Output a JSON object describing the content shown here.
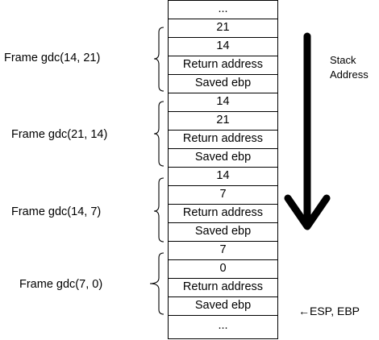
{
  "stack_cells": [
    "...",
    "21",
    "14",
    "Return address",
    "Saved ebp",
    "14",
    "21",
    "Return address",
    "Saved ebp",
    "14",
    "7",
    "Return address",
    "Saved ebp",
    "7",
    "0",
    "Return address",
    "Saved ebp",
    "..."
  ],
  "frames": [
    {
      "label": "Frame gdc(14, 21)"
    },
    {
      "label": "Frame gdc(21, 14)"
    },
    {
      "label": "Frame gdc(14, 7)"
    },
    {
      "label": "Frame gdc(7, 0)"
    }
  ],
  "stack_address_label": {
    "line1": "Stack",
    "line2": "Address"
  },
  "pointer_label": "←ESP, EBP"
}
